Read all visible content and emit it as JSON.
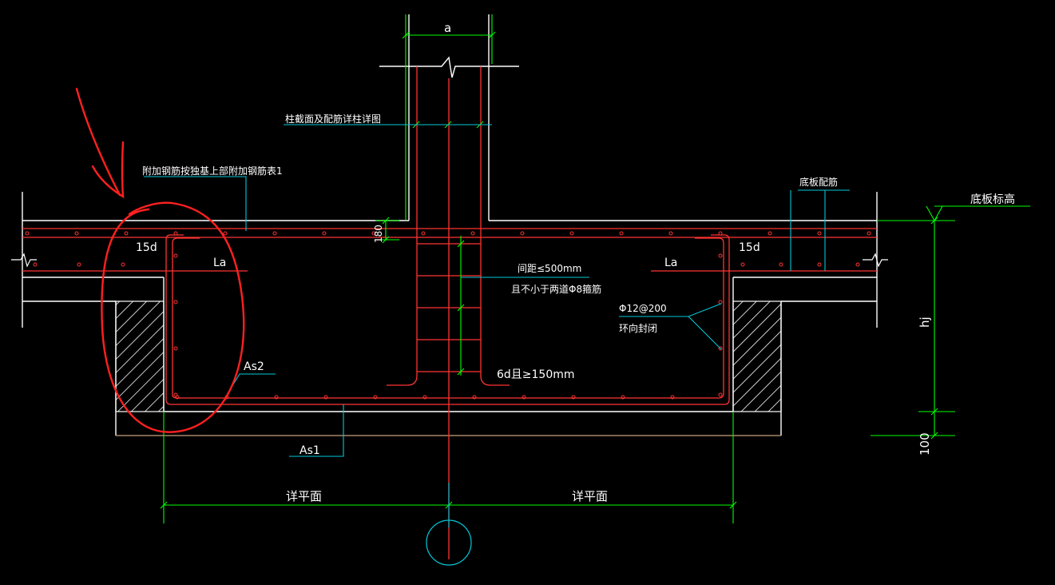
{
  "labels": {
    "dim_a": "a",
    "column_note": "柱截面及配筋详柱详图",
    "extra_rebar_note": "附加钢筋按独基上部附加钢筋表1",
    "slab_rebar": "底板配筋",
    "slab_elevation": "底板标高",
    "dim_180": "180",
    "anchor_15d_left": "15d",
    "anchor_15d_right": "15d",
    "la_left": "La",
    "la_right": "La",
    "stirrup_spacing_1": "间距≤500mm",
    "stirrup_spacing_2": "且不小于两道Φ8箍筋",
    "ring_bar_1": "Φ12@200",
    "ring_bar_2": "环向封闭",
    "as2": "As2",
    "as1": "As1",
    "dim_6d": "6d且≥150mm",
    "dim_hj": "hj",
    "dim_100": "100",
    "see_plan_left": "详平面",
    "see_plan_right": "详平面"
  },
  "colors": {
    "background": "#000000",
    "concrete_outline": "#ffffff",
    "rebar": "#ff3333",
    "dimension": "#00ff00",
    "leader": "#00c8d8",
    "annotation_circle": "#ff2020",
    "hatch": "#ffffff",
    "axis_bubble": "#00c8d8"
  }
}
